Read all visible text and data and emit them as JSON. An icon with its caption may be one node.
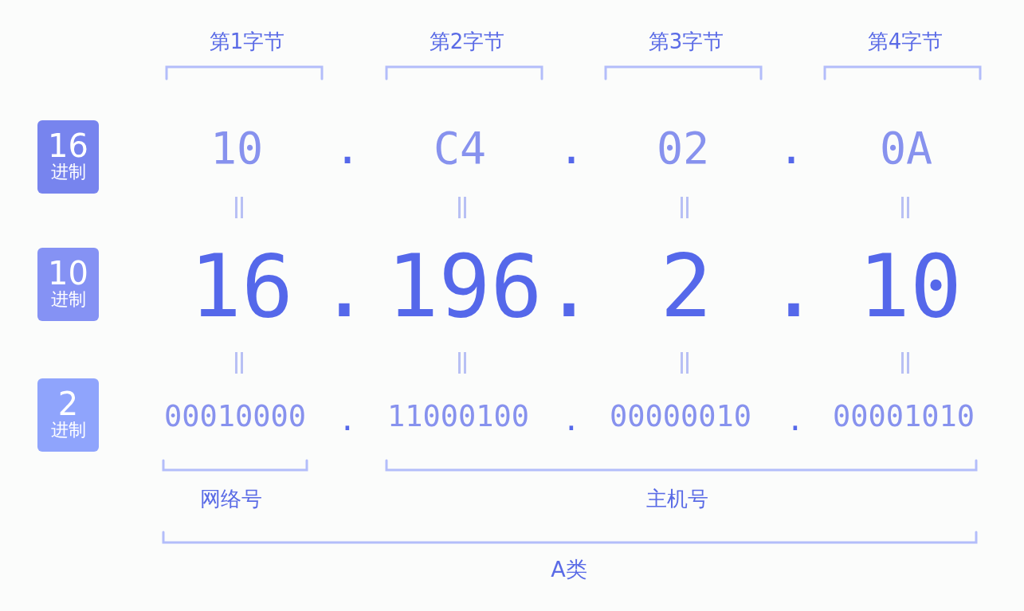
{
  "diagram": {
    "nodes": [
      {
        "text": [
          "16",
          "进制"
        ]
      },
      {
        "text": [
          "10",
          "进制"
        ]
      },
      {
        "text": [
          "2",
          "进制"
        ]
      }
    ],
    "labels": [
      "第1字节",
      "第2字节",
      "第3字节",
      "第4字节",
      "10",
      ".",
      "C4",
      ".",
      "02",
      ".",
      "0A",
      "16",
      ".",
      "196",
      ".",
      "2",
      ".",
      "10",
      "00010000",
      ".",
      "11000100",
      ".",
      "00000010",
      ".",
      "00001010",
      "网络号",
      "主机号",
      "A类"
    ]
  }
}
